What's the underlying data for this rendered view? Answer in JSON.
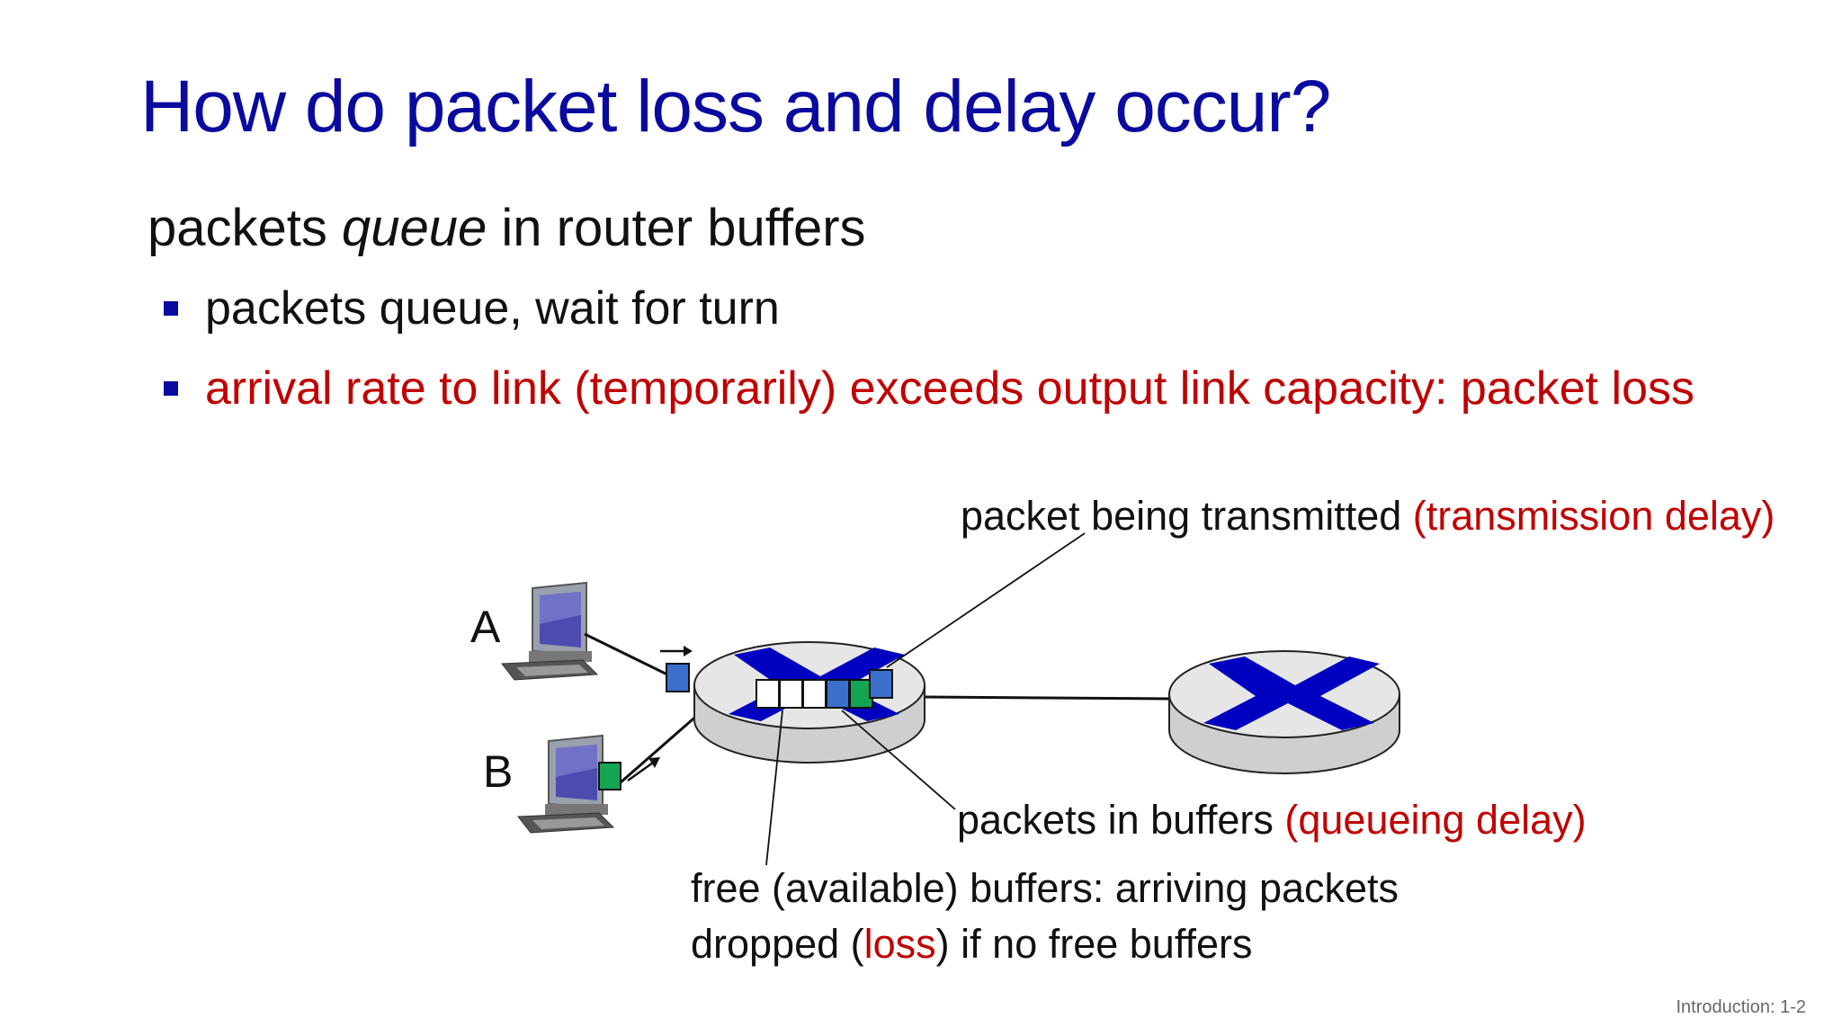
{
  "slide": {
    "title": "How do packet loss and delay occur?",
    "lead_prefix": "packets ",
    "lead_emph": "queue",
    "lead_suffix": " in router buffers",
    "bullets": [
      "packets queue, wait for turn",
      "arrival rate to link (temporarily) exceeds output link capacity: packet loss"
    ],
    "footer": "Introduction: 1-2"
  },
  "diagram": {
    "host_a_label": "A",
    "host_b_label": "B",
    "callout_transmitted": "packet being transmitted ",
    "callout_transmitted_red": "(transmission delay)",
    "callout_buffers": "packets in buffers ",
    "callout_buffers_red": "(queueing delay)",
    "callout_free_line1": "free (available) buffers: arriving packets",
    "callout_free_line2_a": "dropped (",
    "callout_free_line2_red": "loss",
    "callout_free_line2_b": ") if no free buffers",
    "colors": {
      "router_top": "#e6e6e6",
      "router_side": "#cfcfcf",
      "router_arrows": "#0000c0",
      "packet_blue": "#3a6fcc",
      "packet_green": "#13a552",
      "text_red": "#c00000",
      "title_blue": "#0a0aa0"
    }
  }
}
